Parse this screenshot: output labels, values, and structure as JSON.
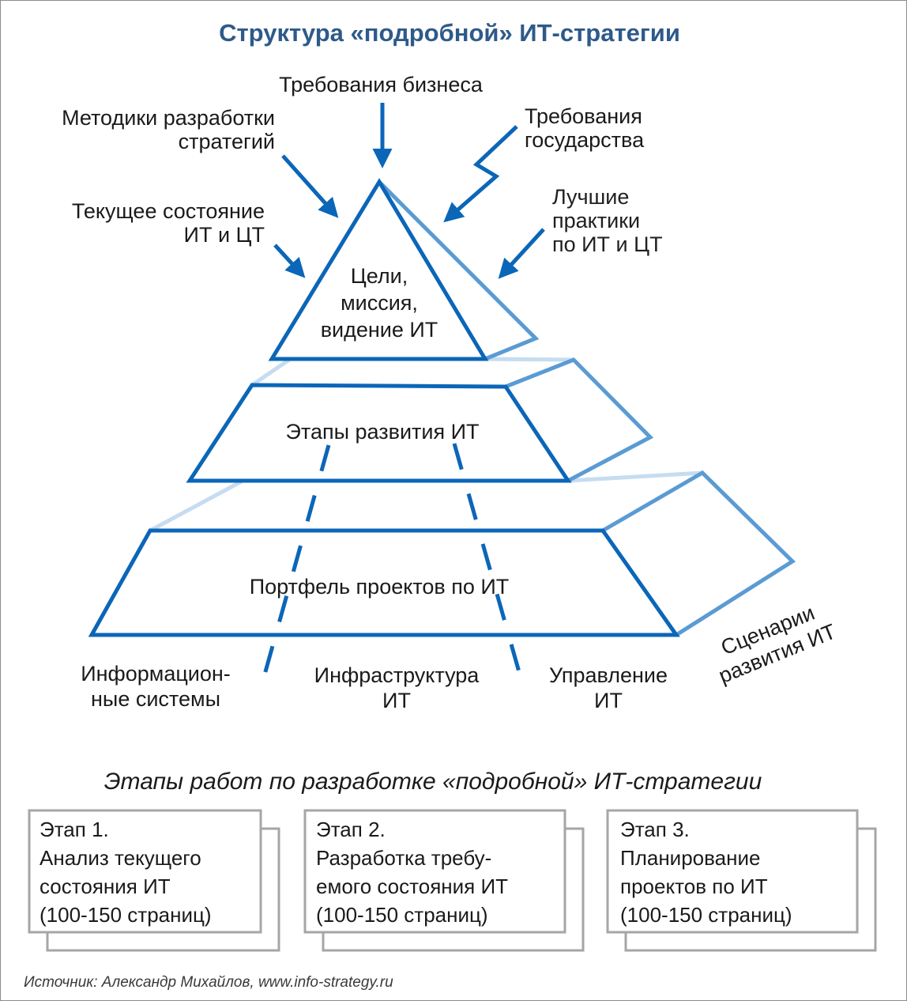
{
  "title": "Структура «подробной» ИТ-стратегии",
  "inputs": {
    "business": "Требования бизнеса",
    "methods": [
      "Методики разработки",
      "стратегий"
    ],
    "government": [
      "Требования",
      "государства"
    ],
    "current_state": [
      "Текущее состояние",
      "ИТ и ЦТ"
    ],
    "best_practices": [
      "Лучшие",
      "практики",
      "по ИТ и ЦТ"
    ]
  },
  "levels": {
    "top": [
      "Цели,",
      "миссия,",
      "видение ИТ"
    ],
    "middle": "Этапы развития ИТ",
    "bottom": "Портфель проектов по ИТ"
  },
  "scenarios": [
    "Сценарии",
    "развития ИТ"
  ],
  "sections": {
    "is": [
      "Информацион-",
      "ные системы"
    ],
    "infra": [
      "Инфраструктура",
      "ИТ"
    ],
    "mgmt": [
      "Управление",
      "ИТ"
    ]
  },
  "stages_title": "Этапы работ по разработке «подробной» ИТ-стратегии",
  "stages": [
    {
      "lines": [
        "Этап 1.",
        "Анализ текущего",
        "состояния ИТ",
        "(100-150 страниц)"
      ]
    },
    {
      "lines": [
        "Этап 2.",
        "Разработка требу-",
        "емого состояния ИТ",
        "(100-150 страниц)"
      ]
    },
    {
      "lines": [
        "Этап 3.",
        "Планирование",
        "проектов по ИТ",
        "(100-150 страниц)"
      ]
    }
  ],
  "source": "Источник: Александр Михайлов, www.info-strategy.ru",
  "colors": {
    "main": "#0b66b8",
    "side": "#5a9bd3",
    "pale": "#c6dcf0",
    "title": "#2e5a8a"
  }
}
